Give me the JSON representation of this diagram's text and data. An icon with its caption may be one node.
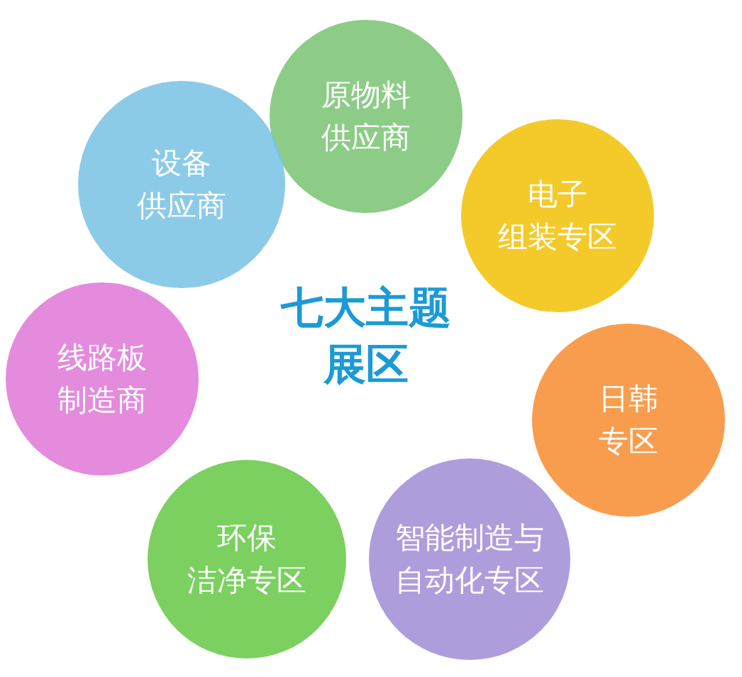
{
  "diagram": {
    "nodes": [
      {
        "text": [
          "原物料供应商"
        ]
      },
      {
        "text": [
          "电子组装专区"
        ]
      },
      {
        "text": [
          "日韩专区"
        ]
      },
      {
        "text": [
          "智能制造与自动化专区"
        ]
      },
      {
        "text": [
          "环保洁净专区"
        ]
      },
      {
        "text": [
          "线路板制造商"
        ]
      },
      {
        "text": [
          "设备供应商"
        ]
      }
    ],
    "edges": [],
    "labels": [
      "七大主题展区"
    ]
  }
}
